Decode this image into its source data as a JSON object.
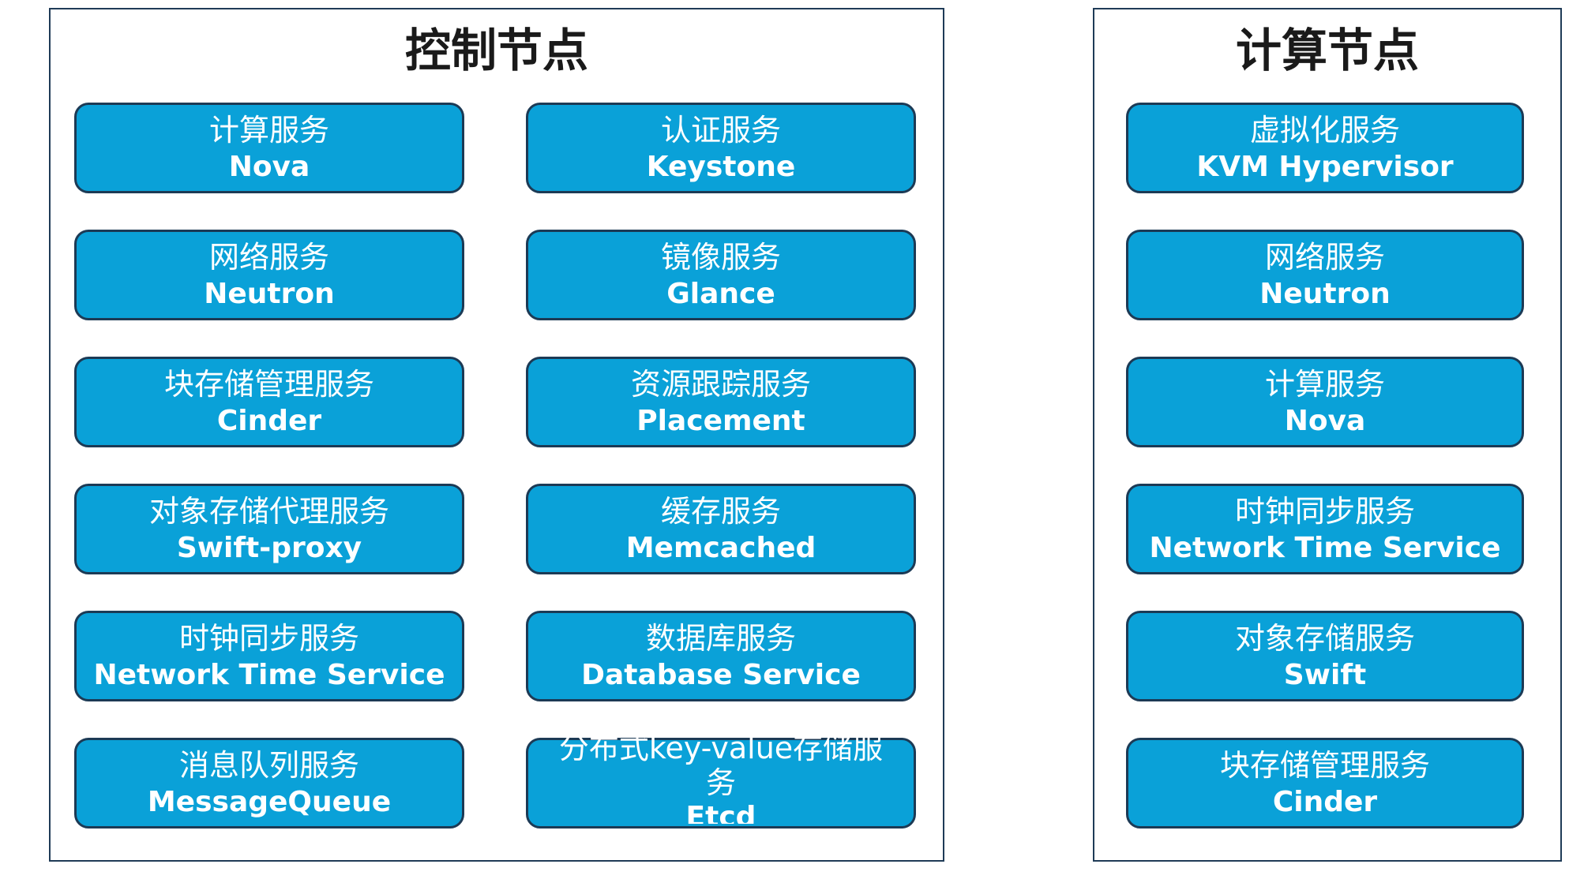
{
  "control_node": {
    "title": "控制节点",
    "services": [
      {
        "cn": "计算服务",
        "en": "Nova"
      },
      {
        "cn": "认证服务",
        "en": "Keystone"
      },
      {
        "cn": "网络服务",
        "en": "Neutron"
      },
      {
        "cn": "镜像服务",
        "en": "Glance"
      },
      {
        "cn": "块存储管理服务",
        "en": "Cinder"
      },
      {
        "cn": "资源跟踪服务",
        "en": "Placement"
      },
      {
        "cn": "对象存储代理服务",
        "en": "Swift-proxy"
      },
      {
        "cn": "缓存服务",
        "en": "Memcached"
      },
      {
        "cn": "时钟同步服务",
        "en": "Network Time Service"
      },
      {
        "cn": "数据库服务",
        "en": "Database Service"
      },
      {
        "cn": "消息队列服务",
        "en": "MessageQueue"
      },
      {
        "cn": "分布式key-value存储服务",
        "en": "Etcd"
      }
    ]
  },
  "compute_node": {
    "title": "计算节点",
    "services": [
      {
        "cn": "虚拟化服务",
        "en": "KVM Hypervisor"
      },
      {
        "cn": "网络服务",
        "en": "Neutron"
      },
      {
        "cn": "计算服务",
        "en": "Nova"
      },
      {
        "cn": "时钟同步服务",
        "en": "Network Time Service"
      },
      {
        "cn": "对象存储服务",
        "en": "Swift"
      },
      {
        "cn": "块存储管理服务",
        "en": "Cinder"
      }
    ]
  },
  "colors": {
    "box_fill": "#0aa1d8",
    "box_border": "#1c3a55",
    "panel_border": "#1f3b57"
  }
}
